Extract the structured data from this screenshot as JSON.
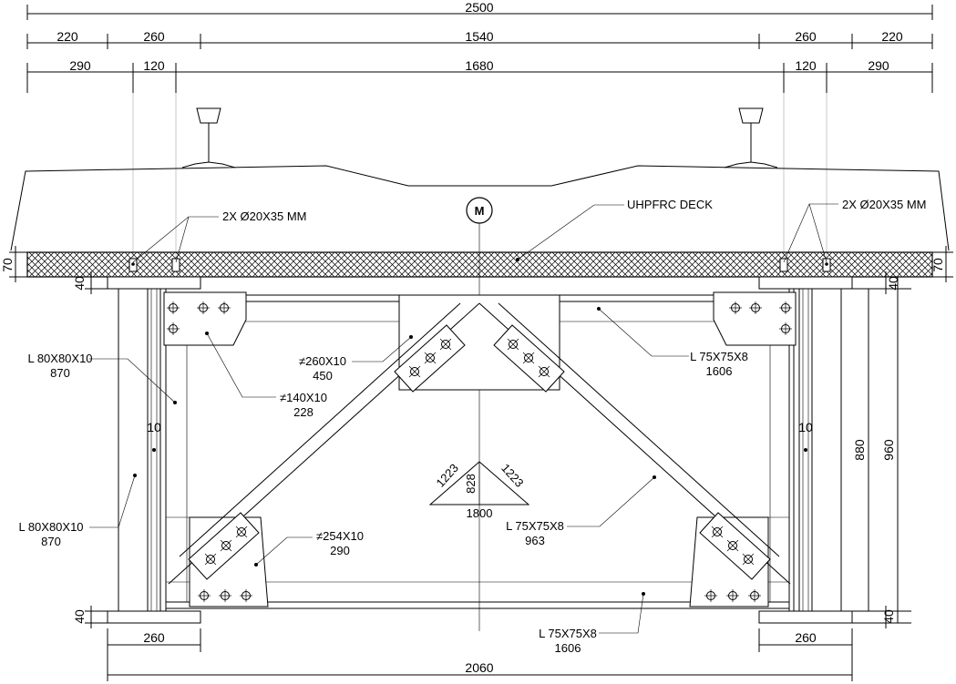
{
  "dimensions": {
    "top_total": "2500",
    "row2": [
      "220",
      "260",
      "1540",
      "260",
      "220"
    ],
    "row3": [
      "290",
      "120",
      "1680",
      "120",
      "290"
    ],
    "deck_thickness": "70",
    "bearing_top": "40",
    "bearing_bottom": "40",
    "web_thickness": "10",
    "height_inner": "880",
    "height_outer": "960",
    "bearing_width": "260",
    "bottom_total": "2060",
    "tri_left": "1223",
    "tri_right": "1223",
    "tri_height": "828",
    "tri_base": "1800"
  },
  "labels": {
    "center_marker": "M",
    "deck": "UHPFRC DECK",
    "studs_left": "2X Ø20X35 MM",
    "studs_right": "2X Ø20X35 MM",
    "top_plate_name": "≠260X10",
    "top_plate_len": "450",
    "gusset_top_name": "≠140X10",
    "gusset_top_len": "228",
    "bottom_plate_name": "≠254X10",
    "bottom_plate_len": "290",
    "upright_upper_name": "L 80X80X10",
    "upright_upper_len": "870",
    "upright_lower_name": "L 80X80X10",
    "upright_lower_len": "870",
    "top_chord_name": "L 75X75X8",
    "top_chord_len": "1606",
    "diagonal_name": "L 75X75X8",
    "diagonal_len": "963",
    "bottom_chord_name": "L 75X75X8",
    "bottom_chord_len": "1606"
  }
}
